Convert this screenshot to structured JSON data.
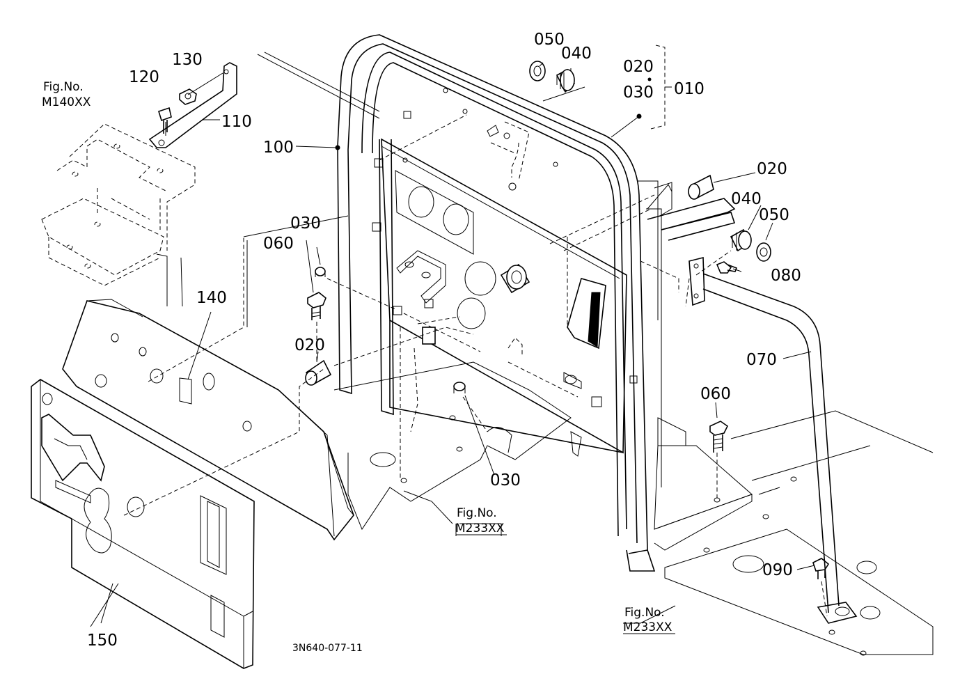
{
  "parts": {
    "p010": "010",
    "p020_group": "020",
    "p030_group": "030",
    "p020_right": "020",
    "p020_center": "020",
    "p030_upper": "030",
    "p030_lower": "030",
    "p040_top": "040",
    "p040_right": "040",
    "p050_top": "050",
    "p050_right": "050",
    "p060_left": "060",
    "p060_right": "060",
    "p070": "070",
    "p080": "080",
    "p090": "090",
    "p100": "100",
    "p110": "110",
    "p120": "120",
    "p130": "130",
    "p140": "140",
    "p150": "150"
  },
  "refs": {
    "fig_m140_line1": "Fig.No.",
    "fig_m140_line2": "M140XX",
    "fig_m233_center_line1": "Fig.No.",
    "fig_m233_center_line2": "M233XX",
    "fig_m233_right_line1": "Fig.No.",
    "fig_m233_right_line2": "M233XX"
  },
  "drawing_code": "3N640-077-11"
}
